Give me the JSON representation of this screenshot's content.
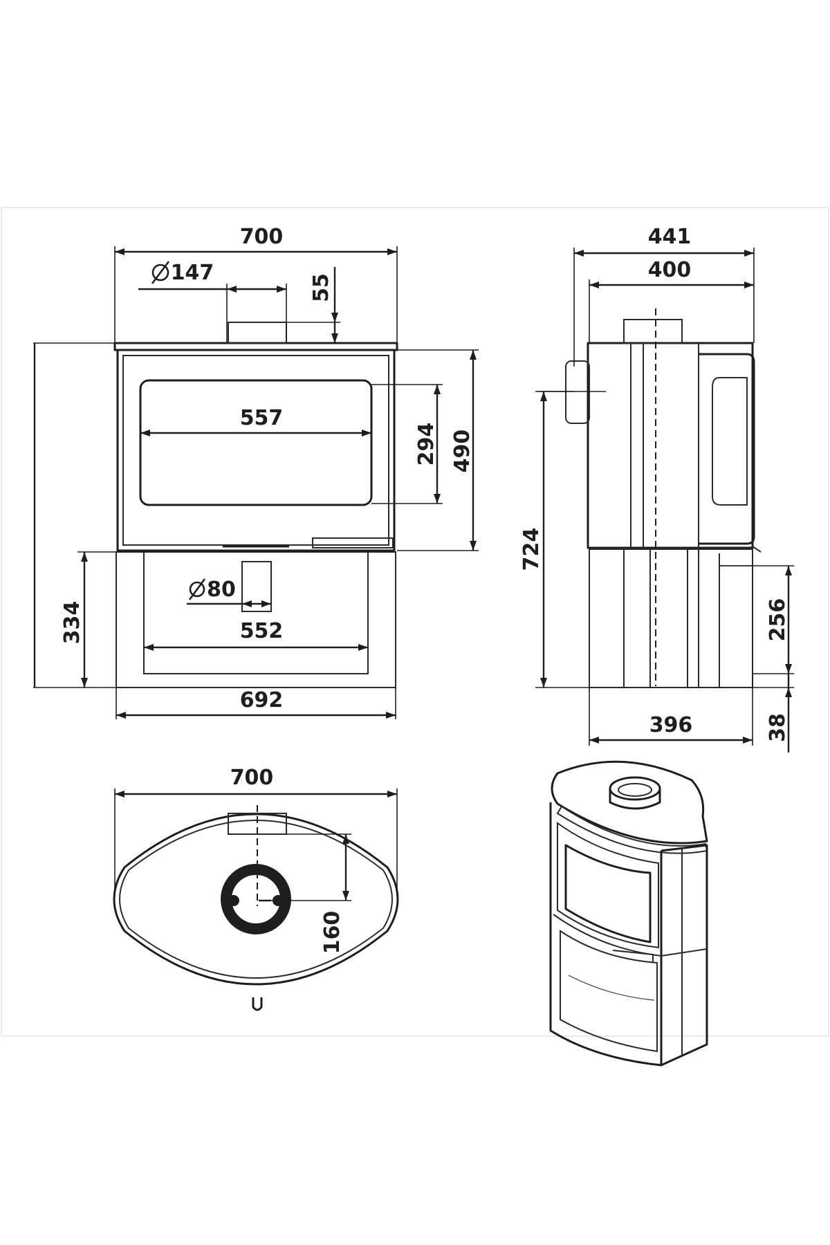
{
  "front_view": {
    "overall_width": "700",
    "flue_diameter_prefix": "⌀",
    "flue_diameter": "147",
    "flue_height": "55",
    "glass_width": "557",
    "glass_height": "294",
    "firebox_height": "490",
    "base_height": "334",
    "air_inlet_diameter_prefix": "⌀",
    "air_inlet_diameter": "80",
    "log_store_width": "552",
    "base_width": "692"
  },
  "side_view": {
    "overall_depth": "441",
    "body_depth": "400",
    "outlet_height": "724",
    "rear_inlet_height": "256",
    "base_depth": "396",
    "foot_height": "38"
  },
  "top_view": {
    "overall_width": "700",
    "flue_offset": "160"
  },
  "colors": {
    "line": "#1e1e1e",
    "background": "#ffffff"
  }
}
